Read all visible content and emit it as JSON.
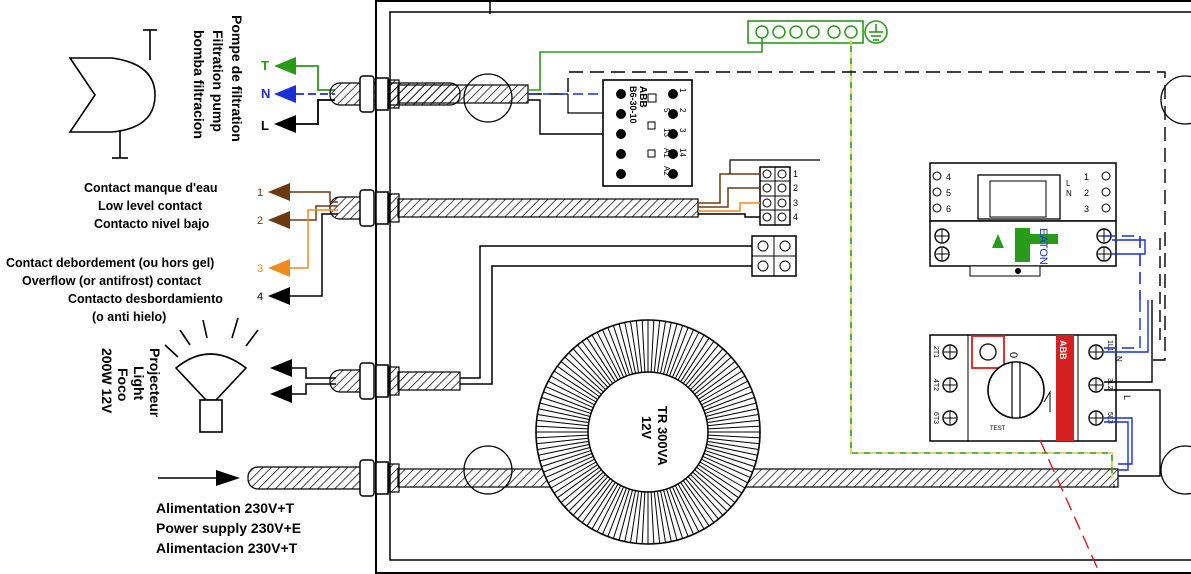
{
  "pump": {
    "label_fr": "Pompe de filtration",
    "label_en": "Filtration pump",
    "label_es": "bomba filtracion",
    "wire_t": "T",
    "wire_n": "N",
    "wire_l": "L",
    "color_earth": "#2a9a1a",
    "color_neutral": "#1a2fd6"
  },
  "level": {
    "line1": "Contact manque d'eau",
    "line2": "Low level contact",
    "line3": "Contacto nivel bajo",
    "wire1": "1",
    "wire2": "2",
    "color_wire": "#6b3a12"
  },
  "overflow": {
    "line1": "Contact debordement (ou hors gel)",
    "line2": "Overflow (or antifrost) contact",
    "line3": "Contacto desbordamiento",
    "line4": "(o anti hielo)",
    "wire3": "3",
    "wire4": "4",
    "color_wire": "#f08a1c"
  },
  "light": {
    "line1": "Projecteur",
    "line2": "Light",
    "line3": "Foco",
    "line4": "200W 12V"
  },
  "power": {
    "line1": "Alimentation 230V+T",
    "line2": "Power supply 230V+E",
    "line3": "Alimentacion 230V+T"
  },
  "contactor": {
    "brand": "ABB",
    "model": "B6-30-10",
    "terminals_left": [
      "1",
      "2",
      "3",
      "14"
    ],
    "terminals_right": [
      "4",
      "5",
      "13",
      "A1",
      "A2"
    ]
  },
  "terminal_block": {
    "numbers": [
      "1",
      "2",
      "3",
      "4"
    ]
  },
  "transformer": {
    "line1": "TR 300VA",
    "line2": "12V"
  },
  "timer": {
    "brand": "EATON",
    "terminals": [
      "4",
      "5",
      "6",
      "1",
      "2",
      "3",
      "L",
      "N"
    ]
  },
  "breaker": {
    "brand": "ABB",
    "terminals_left": [
      "2T1",
      "4T2",
      "6T3"
    ],
    "terminals_right": [
      "N",
      "1L1",
      "3L2",
      "5L3"
    ],
    "zero": "0",
    "test": "TEST",
    "mark_l": "L"
  }
}
